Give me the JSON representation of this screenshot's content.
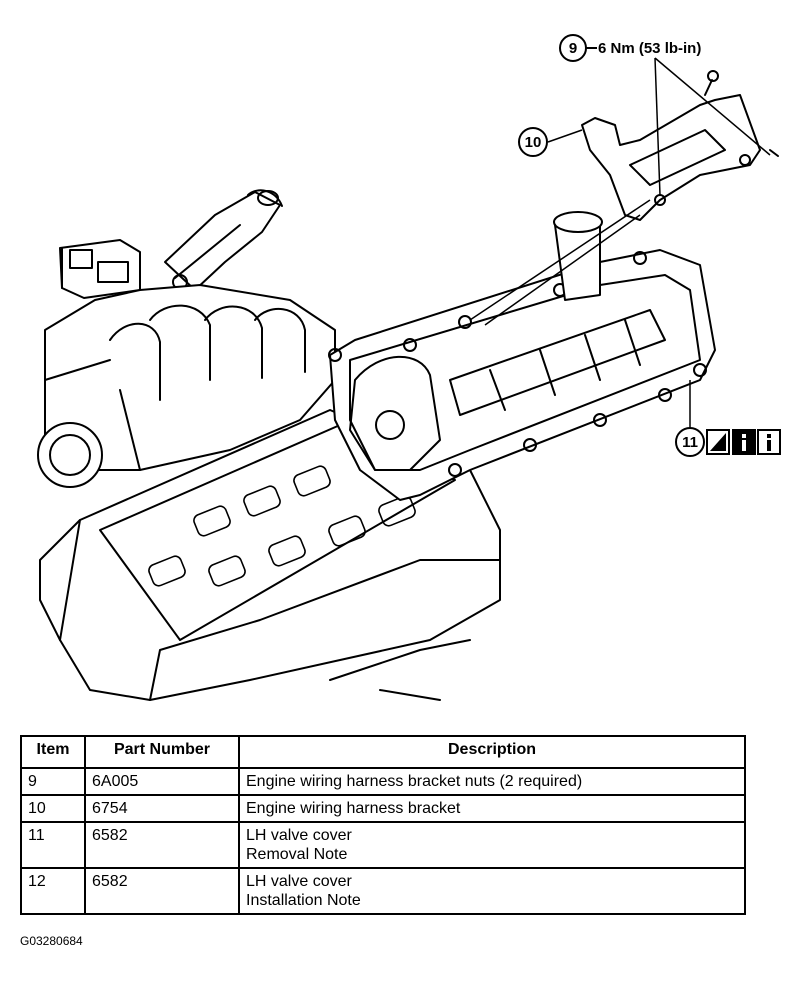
{
  "diagram": {
    "callouts": [
      {
        "number": "9",
        "torque": "6 Nm (53 lb-in)"
      },
      {
        "number": "10"
      },
      {
        "number": "11"
      }
    ],
    "service_icons": [
      "removal-installation-icon",
      "info-icon",
      "info-icon"
    ]
  },
  "table": {
    "headers": {
      "item": "Item",
      "part_number": "Part Number",
      "description": "Description"
    },
    "rows": [
      {
        "item": "9",
        "part_number": "6A005",
        "description": [
          "Engine wiring harness bracket nuts (2 required)"
        ]
      },
      {
        "item": "10",
        "part_number": "6754",
        "description": [
          "Engine wiring harness bracket"
        ]
      },
      {
        "item": "11",
        "part_number": "6582",
        "description": [
          "LH valve cover",
          "Removal Note"
        ]
      },
      {
        "item": "12",
        "part_number": "6582",
        "description": [
          "LH valve cover",
          "Installation Note"
        ]
      }
    ]
  },
  "figure_id": "G03280684"
}
